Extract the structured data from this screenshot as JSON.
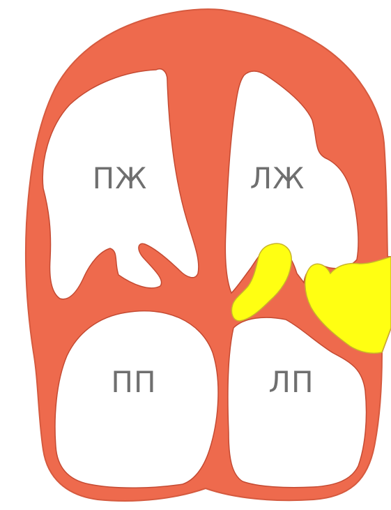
{
  "colors": {
    "background": "#ffffff",
    "myocardium": "#ee6a4d",
    "myocardium_outline": "#d55a3f",
    "chamber": "#ffffff",
    "lesion": "#ffff12",
    "label": "#6f6f6f"
  },
  "chambers": {
    "right_ventricle": {
      "label": "ПЖ"
    },
    "left_ventricle": {
      "label": "ЛЖ"
    },
    "right_atrium": {
      "label": "ПП"
    },
    "left_atrium": {
      "label": "ЛП"
    }
  }
}
